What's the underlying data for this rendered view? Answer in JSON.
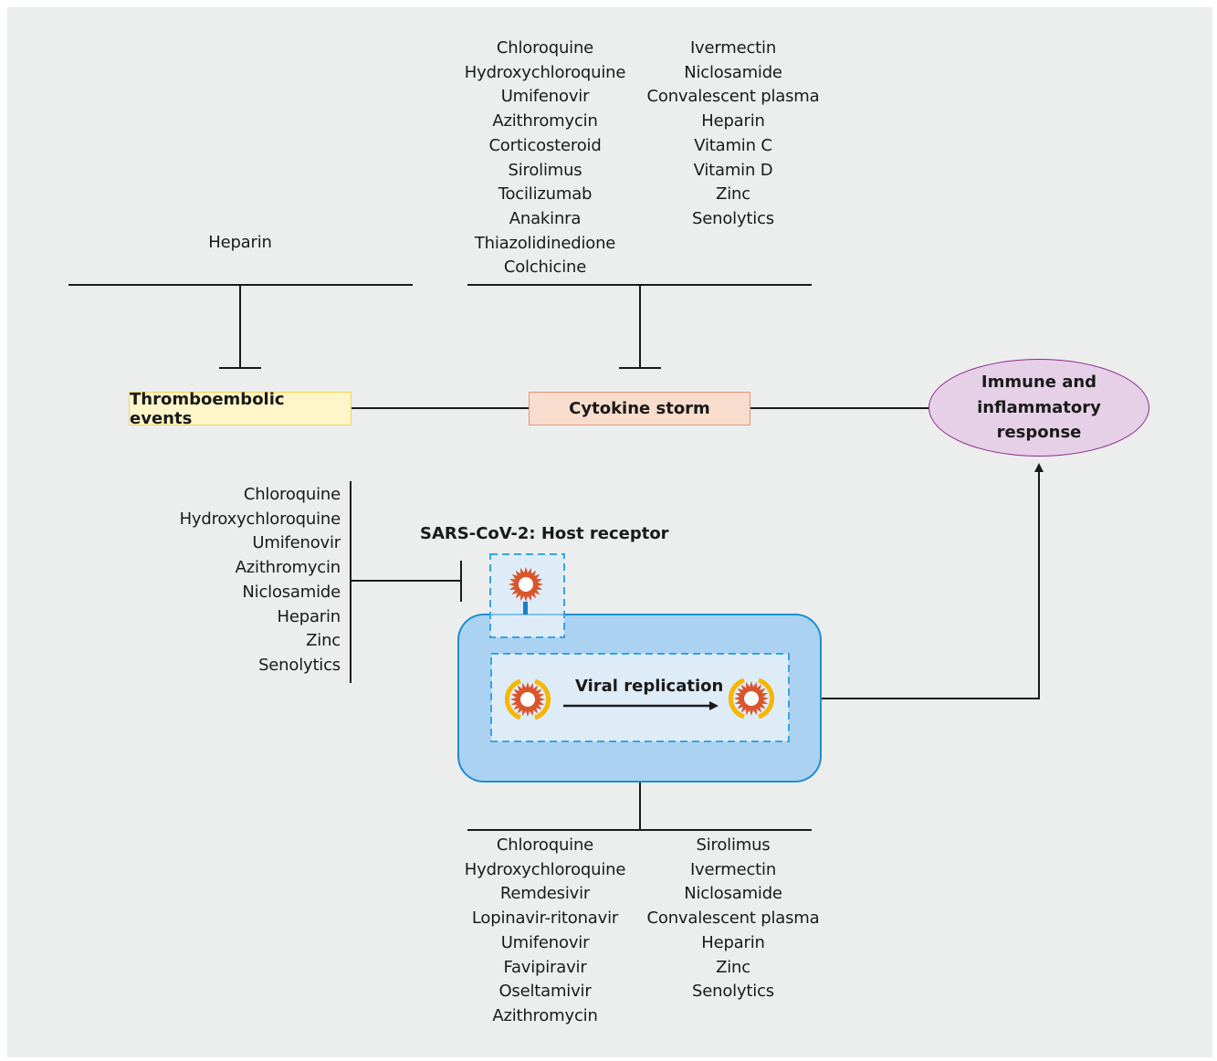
{
  "nodes": {
    "thromboembolic": "Thromboembolic events",
    "cytokine_storm": "Cytokine storm",
    "immune_response": [
      "Immune and",
      "inflammatory",
      "response"
    ],
    "host_receptor": "SARS-CoV-2: Host receptor",
    "viral_replication": "Viral replication"
  },
  "drug_lists": {
    "thromboembolic": [
      "Heparin"
    ],
    "cytokine_left": [
      "Chloroquine",
      "Hydroxychloroquine",
      "Umifenovir",
      "Azithromycin",
      "Corticosteroid",
      "Sirolimus",
      "Tocilizumab",
      "Anakinra",
      "Thiazolidinedione",
      "Colchicine"
    ],
    "cytokine_right": [
      "Ivermectin",
      "Niclosamide",
      "Convalescent plasma",
      "Heparin",
      "Vitamin C",
      "Vitamin D",
      "Zinc",
      "Senolytics"
    ],
    "receptor": [
      "Chloroquine",
      "Hydroxychloroquine",
      "Umifenovir",
      "Azithromycin",
      "Niclosamide",
      "Heparin",
      "Zinc",
      "Senolytics"
    ],
    "replication_left": [
      "Chloroquine",
      "Hydroxychloroquine",
      "Remdesivir",
      "Lopinavir-ritonavir",
      "Umifenovir",
      "Favipiravir",
      "Oseltamivir",
      "Azithromycin"
    ],
    "replication_right": [
      "Sirolimus",
      "Ivermectin",
      "Niclosamide",
      "Convalescent plasma",
      "Heparin",
      "Zinc",
      "Senolytics"
    ]
  },
  "colors": {
    "thrombo_fill": "#fef5c8",
    "cytokine_fill": "#f8dccd",
    "immune_fill": "#e5d0e8",
    "cell_fill": "#acd2f1",
    "virus": "#d9552b",
    "capsid": "#f5b700"
  }
}
